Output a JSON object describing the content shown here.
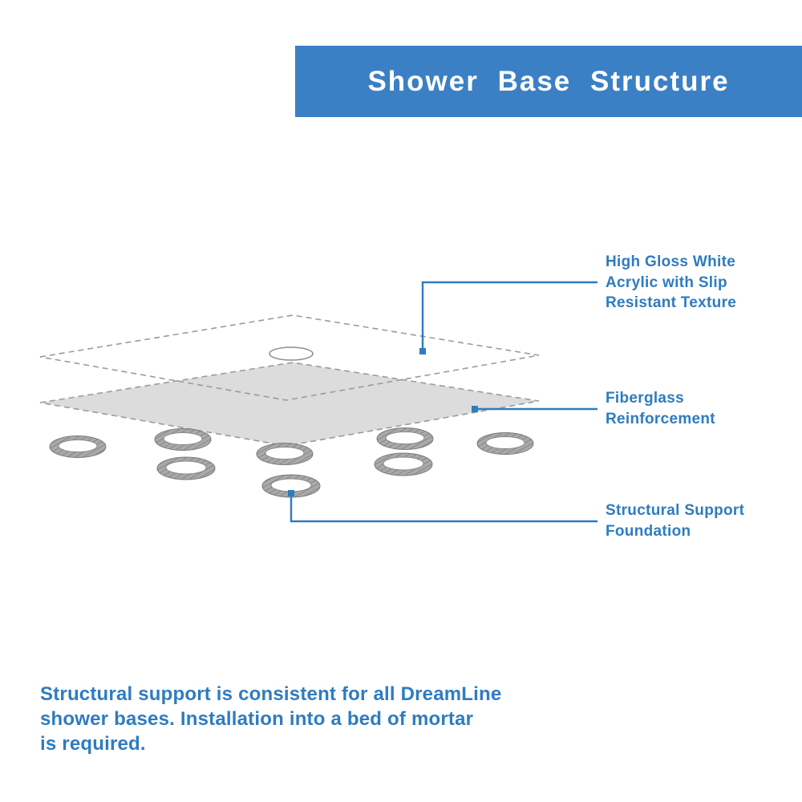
{
  "header": {
    "title": "Shower Base Structure"
  },
  "diagram": {
    "callouts": {
      "acrylic": {
        "label": "High Gloss White\nAcrylic with Slip\nResistant Texture"
      },
      "fiberglass": {
        "label": "Fiberglass\nReinforcement"
      },
      "foundation": {
        "label": "Structural Support\nFoundation"
      }
    },
    "parts": {
      "top_layer": "acrylic-top-layer",
      "middle_layer": "fiberglass-layer",
      "rings": "structural-support-rings",
      "drain": "drain-hole"
    }
  },
  "footer": {
    "note": "Structural support is consistent for all DreamLine\nshower bases. Installation into a bed of mortar\nis required."
  },
  "colors": {
    "banner_blue": "#3b80c4",
    "label_blue": "#2e7cc0",
    "layer_gray": "#dcdcdc",
    "ring_gray": "#a9a9a9",
    "dash_gray": "#9b9b9b"
  }
}
